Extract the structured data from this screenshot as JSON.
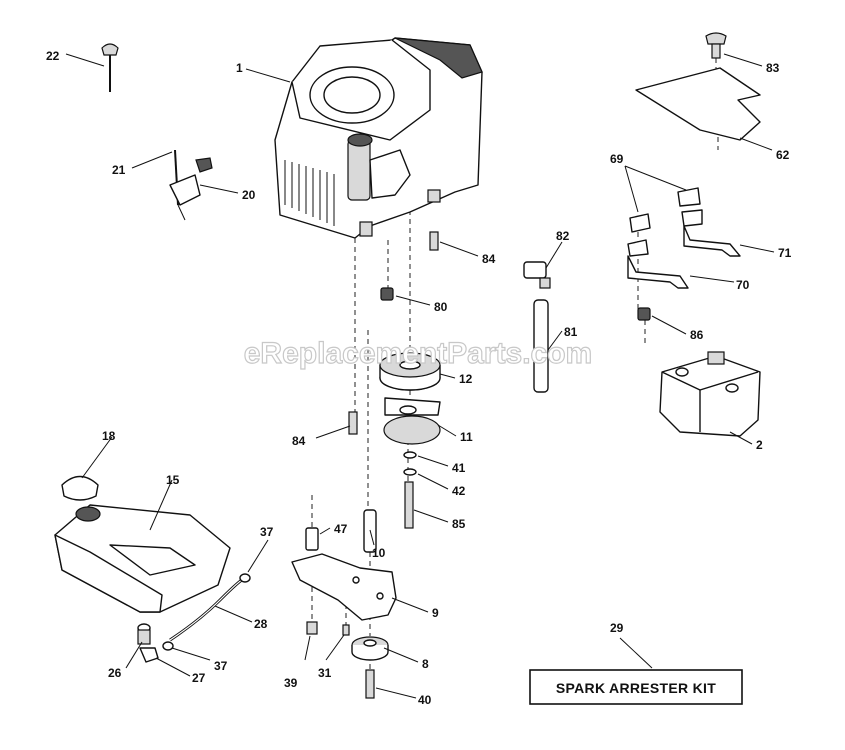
{
  "watermark": "eReplacementParts.com",
  "kit_box": {
    "label": "SPARK ARRESTER KIT"
  },
  "parts": [
    {
      "id": "p1",
      "num": "1"
    },
    {
      "id": "p2",
      "num": "2"
    },
    {
      "id": "p8",
      "num": "8"
    },
    {
      "id": "p9",
      "num": "9"
    },
    {
      "id": "p10",
      "num": "10"
    },
    {
      "id": "p11",
      "num": "11"
    },
    {
      "id": "p12",
      "num": "12"
    },
    {
      "id": "p15",
      "num": "15"
    },
    {
      "id": "p18",
      "num": "18"
    },
    {
      "id": "p20",
      "num": "20"
    },
    {
      "id": "p21",
      "num": "21"
    },
    {
      "id": "p22",
      "num": "22"
    },
    {
      "id": "p26",
      "num": "26"
    },
    {
      "id": "p27",
      "num": "27"
    },
    {
      "id": "p28",
      "num": "28"
    },
    {
      "id": "p29",
      "num": "29"
    },
    {
      "id": "p31",
      "num": "31"
    },
    {
      "id": "p37a",
      "num": "37"
    },
    {
      "id": "p37b",
      "num": "37"
    },
    {
      "id": "p39",
      "num": "39"
    },
    {
      "id": "p40",
      "num": "40"
    },
    {
      "id": "p41",
      "num": "41"
    },
    {
      "id": "p42",
      "num": "42"
    },
    {
      "id": "p47",
      "num": "47"
    },
    {
      "id": "p62",
      "num": "62"
    },
    {
      "id": "p69",
      "num": "69"
    },
    {
      "id": "p70",
      "num": "70"
    },
    {
      "id": "p71",
      "num": "71"
    },
    {
      "id": "p80",
      "num": "80"
    },
    {
      "id": "p81",
      "num": "81"
    },
    {
      "id": "p82",
      "num": "82"
    },
    {
      "id": "p83",
      "num": "83"
    },
    {
      "id": "p84a",
      "num": "84"
    },
    {
      "id": "p84b",
      "num": "84"
    },
    {
      "id": "p85",
      "num": "85"
    },
    {
      "id": "p86",
      "num": "86"
    }
  ]
}
